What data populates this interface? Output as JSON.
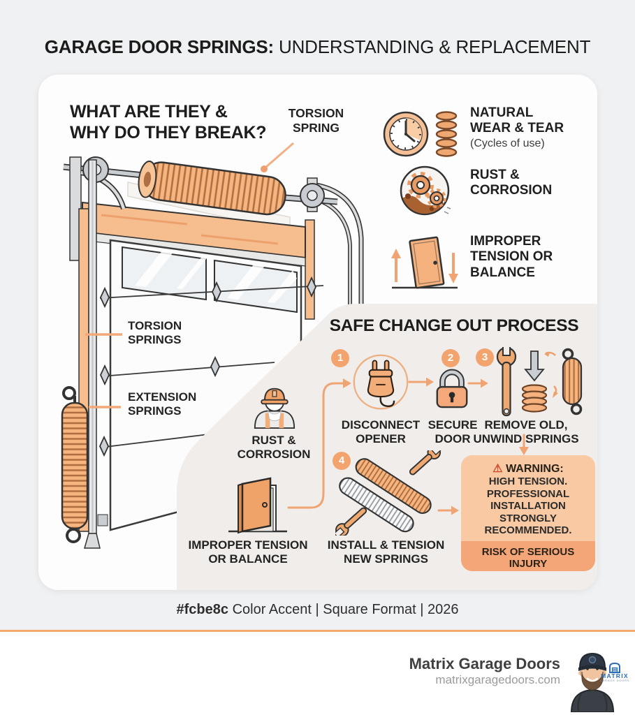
{
  "colors": {
    "accent": "#fcbe8c",
    "arrow_orange": "#f0a473",
    "badge_orange": "#f2a36e",
    "warning_top": "#f8c9a2",
    "warning_bottom": "#f5a678",
    "process_bg": "#f0edea",
    "card_bg": "#fdfdfe",
    "page_bg": "#f0f1f2",
    "logo_blue": "#2a6db5"
  },
  "header": {
    "title_bold": "GARAGE DOOR SPRINGS:",
    "title_rest": " UNDERSTANDING & REPLACEMENT"
  },
  "diagram": {
    "heading": "WHAT ARE THEY &\nWHY DO THEY BREAK?",
    "torsion_callout": "TORSION\nSPRING",
    "torsion_label": "TORSION\nSPRINGS",
    "extension_label": "EXTENSION\nSPRINGS"
  },
  "causes": {
    "wear": {
      "title": "NATURAL\nWEAR & TEAR",
      "sub": "(Cycles of use)"
    },
    "rust": {
      "title": "RUST &\nCORROSION"
    },
    "tension": {
      "title": "IMPROPER\nTENSION OR\nBALANCE"
    }
  },
  "process": {
    "heading": "SAFE CHANGE OUT PROCESS",
    "step1": {
      "num": "1",
      "label": "DISCONNECT\nOPENER"
    },
    "step2": {
      "num": "2",
      "label": "SECURE\nDOOR"
    },
    "step3": {
      "num": "3",
      "label": "REMOVE OLD,\nUNWIND SPRINGS"
    },
    "step4": {
      "num": "4",
      "label": "INSTALL & TENSION\nNEW SPRINGS"
    },
    "cause_rust": "RUST &\nCORROSION",
    "cause_tension": "IMPROPER TENSION\nOR BALANCE",
    "warning": {
      "icon": "⚠",
      "title": "WARNING:",
      "body": "HIGH TENSION.\nPROFESSIONAL\nINSTALLATION\nSTRONGLY\nRECOMMENDED.",
      "risk": "RISK OF SERIOUS\nINJURY"
    }
  },
  "footer": {
    "caption_bold": "#fcbe8c",
    "caption_rest": " Color Accent | Square Format | 2026"
  },
  "brand": {
    "name": "Matrix Garage Doors",
    "site": "matrixgaragedoors.com",
    "logo_text": "MATRIX",
    "logo_sub": "GARAGE DOORS"
  }
}
